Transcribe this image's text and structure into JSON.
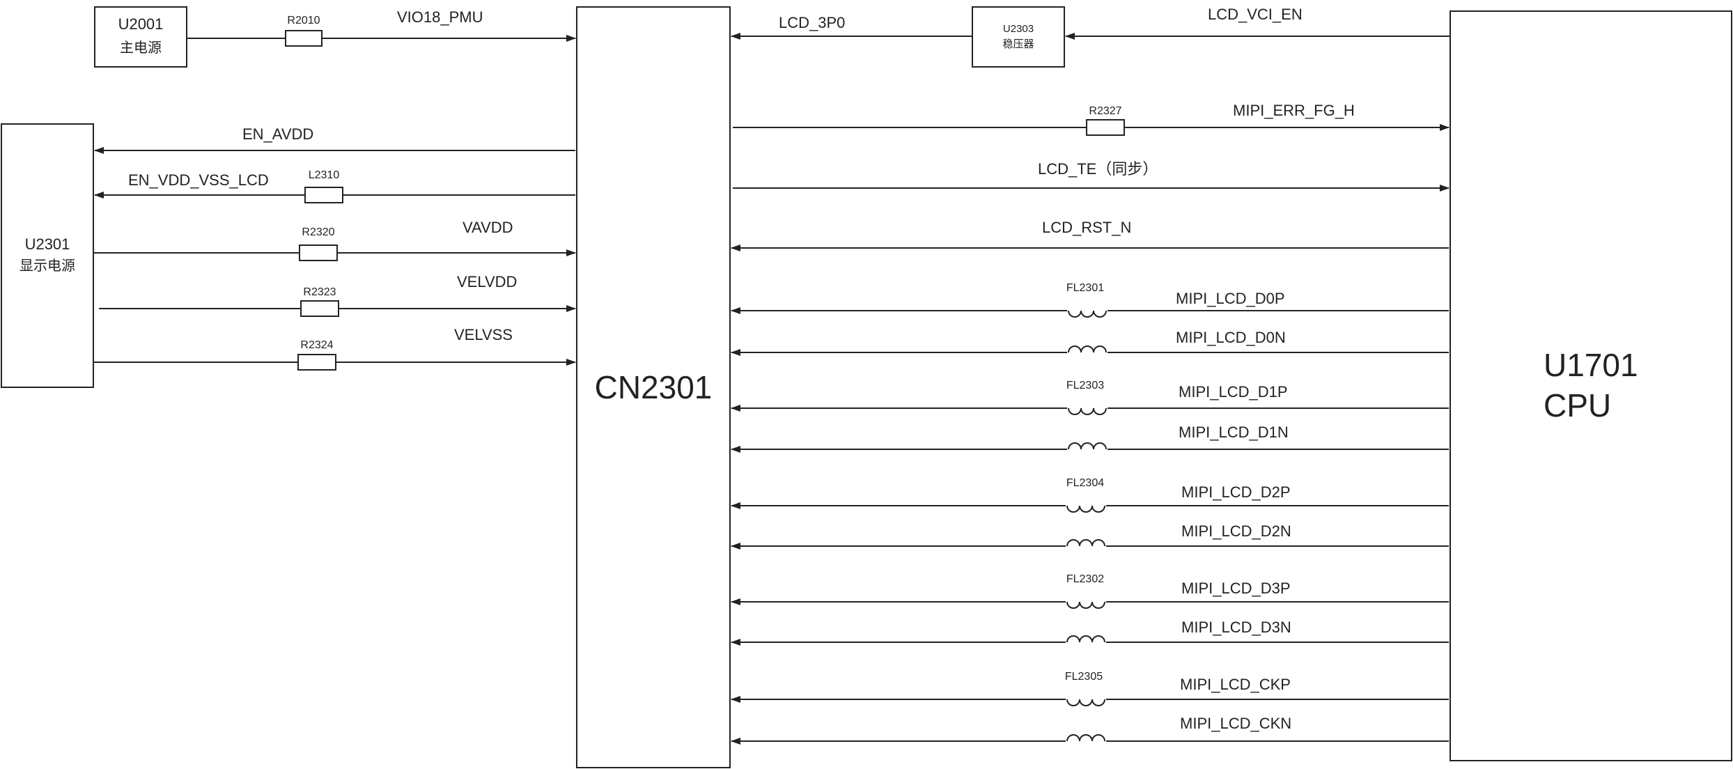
{
  "blocks": {
    "u2001": {
      "id": "U2001",
      "name": "主电源"
    },
    "u2301": {
      "id": "U2301",
      "name": "显示电源"
    },
    "u2303": {
      "id": "U2303",
      "name": "稳压器"
    },
    "cn2301": {
      "id": "CN2301"
    },
    "u1701": {
      "id": "U1701",
      "name": "CPU"
    }
  },
  "components": {
    "r2010": "R2010",
    "l2310": "L2310",
    "r2320": "R2320",
    "r2323": "R2323",
    "r2324": "R2324",
    "r2327": "R2327",
    "fl2301": "FL2301",
    "fl2303": "FL2303",
    "fl2304": "FL2304",
    "fl2302": "FL2302",
    "fl2305": "FL2305"
  },
  "signals": {
    "vio18_pmu": "VIO18_PMU",
    "en_avdd": "EN_AVDD",
    "en_vdd_vss_lcd": "EN_VDD_VSS_LCD",
    "vavdd": "VAVDD",
    "velvdd": "VELVDD",
    "velvss": "VELVSS",
    "lcd_3p0": "LCD_3P0",
    "lcd_vci_en": "LCD_VCI_EN",
    "mipi_err_fg_h": "MIPI_ERR_FG_H",
    "lcd_te": "LCD_TE（同步）",
    "lcd_rst_n": "LCD_RST_N",
    "d0p": "MIPI_LCD_D0P",
    "d0n": "MIPI_LCD_D0N",
    "d1p": "MIPI_LCD_D1P",
    "d1n": "MIPI_LCD_D1N",
    "d2p": "MIPI_LCD_D2P",
    "d2n": "MIPI_LCD_D2N",
    "d3p": "MIPI_LCD_D3P",
    "d3n": "MIPI_LCD_D3N",
    "ckp": "MIPI_LCD_CKP",
    "ckn": "MIPI_LCD_CKN"
  }
}
